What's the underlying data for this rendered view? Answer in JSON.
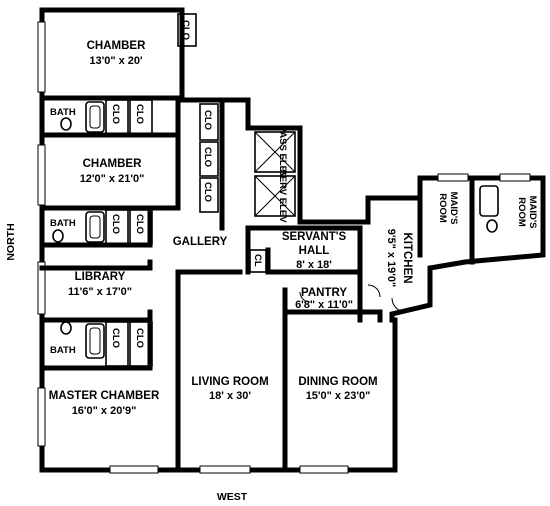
{
  "compass": {
    "north": "NORTH",
    "west": "WEST"
  },
  "rooms": {
    "chamber1": {
      "name": "CHAMBER",
      "dims": "13'0\" x 20'"
    },
    "chamber2": {
      "name": "CHAMBER",
      "dims": "12'0\" x 21'0\""
    },
    "library": {
      "name": "LIBRARY",
      "dims": "11'6\" x 17'0\""
    },
    "master": {
      "name": "MASTER CHAMBER",
      "dims": "16'0\" x 20'9\""
    },
    "living": {
      "name": "LIVING ROOM",
      "dims": "18' x 30'"
    },
    "dining": {
      "name": "DINING ROOM",
      "dims": "15'0\" x 23'0\""
    },
    "gallery": {
      "name": "GALLERY"
    },
    "servants": {
      "name_line1": "SERVANT'S",
      "name_line2": "HALL",
      "dims": "8' x 18'"
    },
    "pantry": {
      "name": "PANTRY",
      "dims": "6'8\" x 11'0\""
    },
    "kitchen": {
      "name": "KITCHEN",
      "dims": "9'5\" x 19'0\""
    },
    "maid1": {
      "line1": "MAID'S",
      "line2": "ROOM"
    },
    "maid2": {
      "line1": "MAID'S",
      "line2": "ROOM"
    }
  },
  "small": {
    "bath": "BATH",
    "clo": "CLO",
    "cl": "CL",
    "pass_elev": "PASS ELEV",
    "serv_elev": "SERV ELEV"
  }
}
